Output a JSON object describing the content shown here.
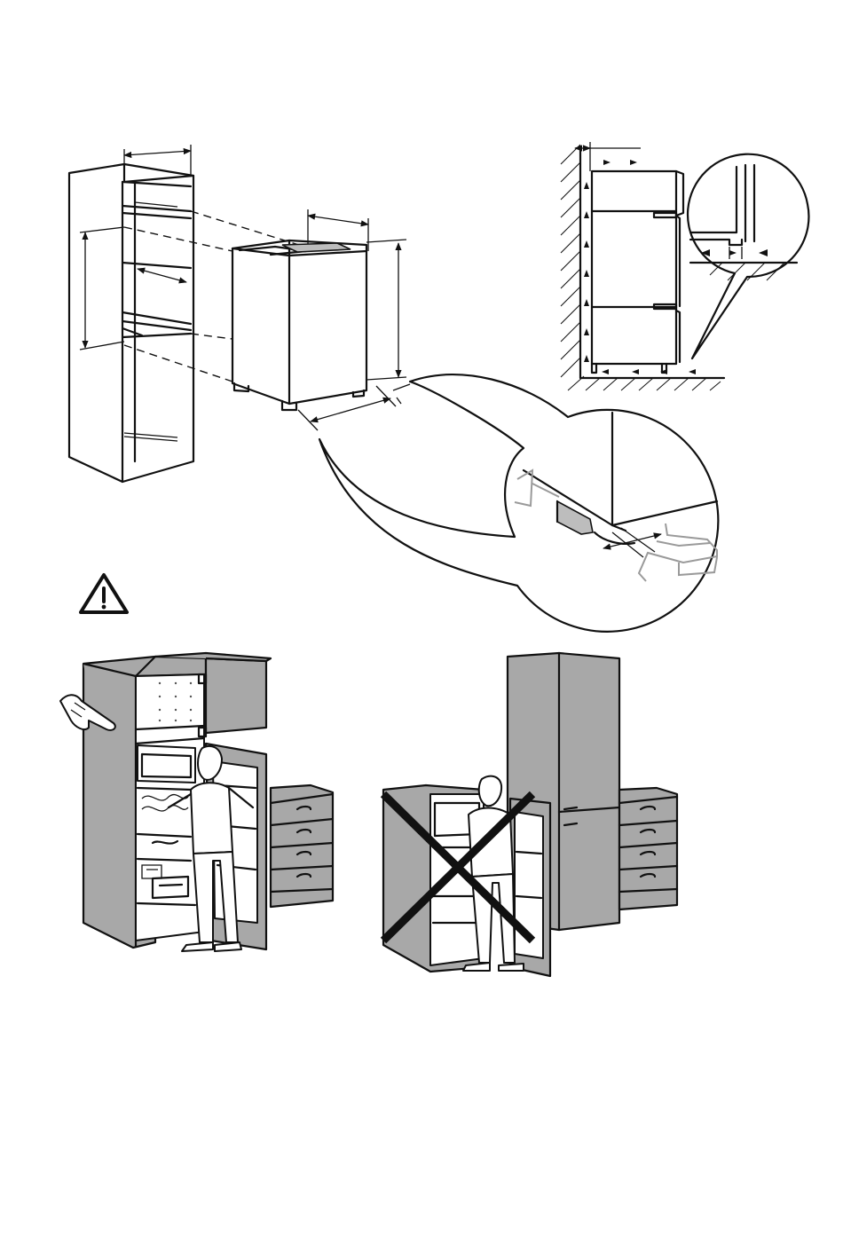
{
  "figures": {
    "niche": {
      "icon": "cabinet-niche-dimension-drawing"
    },
    "appliance": {
      "icon": "appliance-dimension-drawing"
    },
    "ventilation": {
      "icon": "ventilation-airflow-side-section",
      "detail_icon": "wall-gap-magnifier"
    },
    "foot_detail": {
      "icon": "front-foot-magnifier"
    },
    "warning": {
      "icon": "warning-triangle-icon"
    },
    "correct_installation": {
      "icon": "correct-installation-scene",
      "pointer_icon": "pointing-hand-icon"
    },
    "incorrect_installation": {
      "icon": "incorrect-installation-scene",
      "cross_icon": "cross-out-icon"
    }
  },
  "colors": {
    "line": "#111111",
    "panel_grey": "#a8a8a8",
    "background": "#ffffff"
  }
}
